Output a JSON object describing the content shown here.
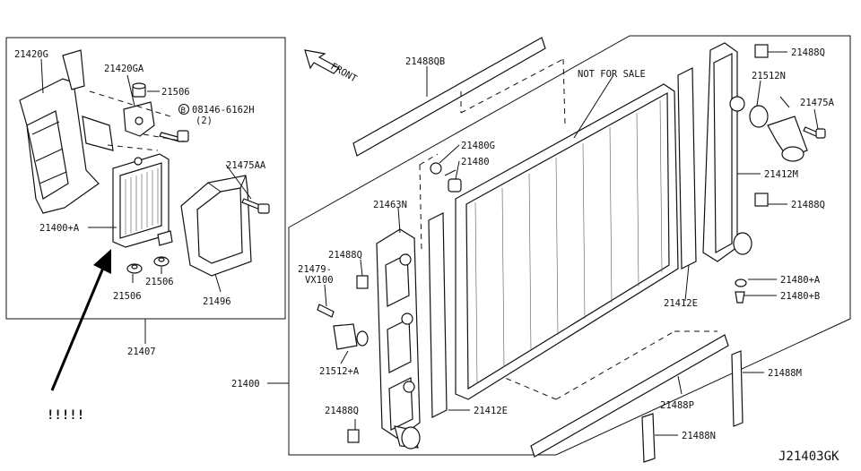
{
  "diagram": {
    "watermark": "NOT FOR SALE",
    "front_label": "FRONT",
    "diagram_code": "J21403GK",
    "annotation": "!!!!!",
    "labels": {
      "p21420G": "21420G",
      "p21420GA": "21420GA",
      "p21506_top": "21506",
      "bolt_line1": "08146-6162H",
      "bolt_line2": "(2)",
      "bolt_marker": "B",
      "p21475AA": "21475AA",
      "p21400A": "21400+A",
      "p21506_a": "21506",
      "p21506_b": "21506",
      "p21496": "21496",
      "p21407": "21407",
      "p21488QB": "21488QB",
      "p21480G": "21480G",
      "p21480": "21480",
      "p21463N": "21463N",
      "p21488Q_left": "21488Q",
      "p21479_line1": "21479-",
      "p21479_line2": "VX100",
      "p21512A": "21512+A",
      "p21400": "21400",
      "p21488Q_bottom": "21488Q",
      "p21412E_bottom": "21412E",
      "p21412E_right": "21412E",
      "p21488Q_top_right": "21488Q",
      "p21512N": "21512N",
      "p21475A": "21475A",
      "p21412M": "21412M",
      "p21488Q_mid_right": "21488Q",
      "p21480A": "21480+A",
      "p21480B": "21480+B",
      "p21488P": "21488P",
      "p21488M": "21488M",
      "p21488N": "21488N"
    }
  }
}
